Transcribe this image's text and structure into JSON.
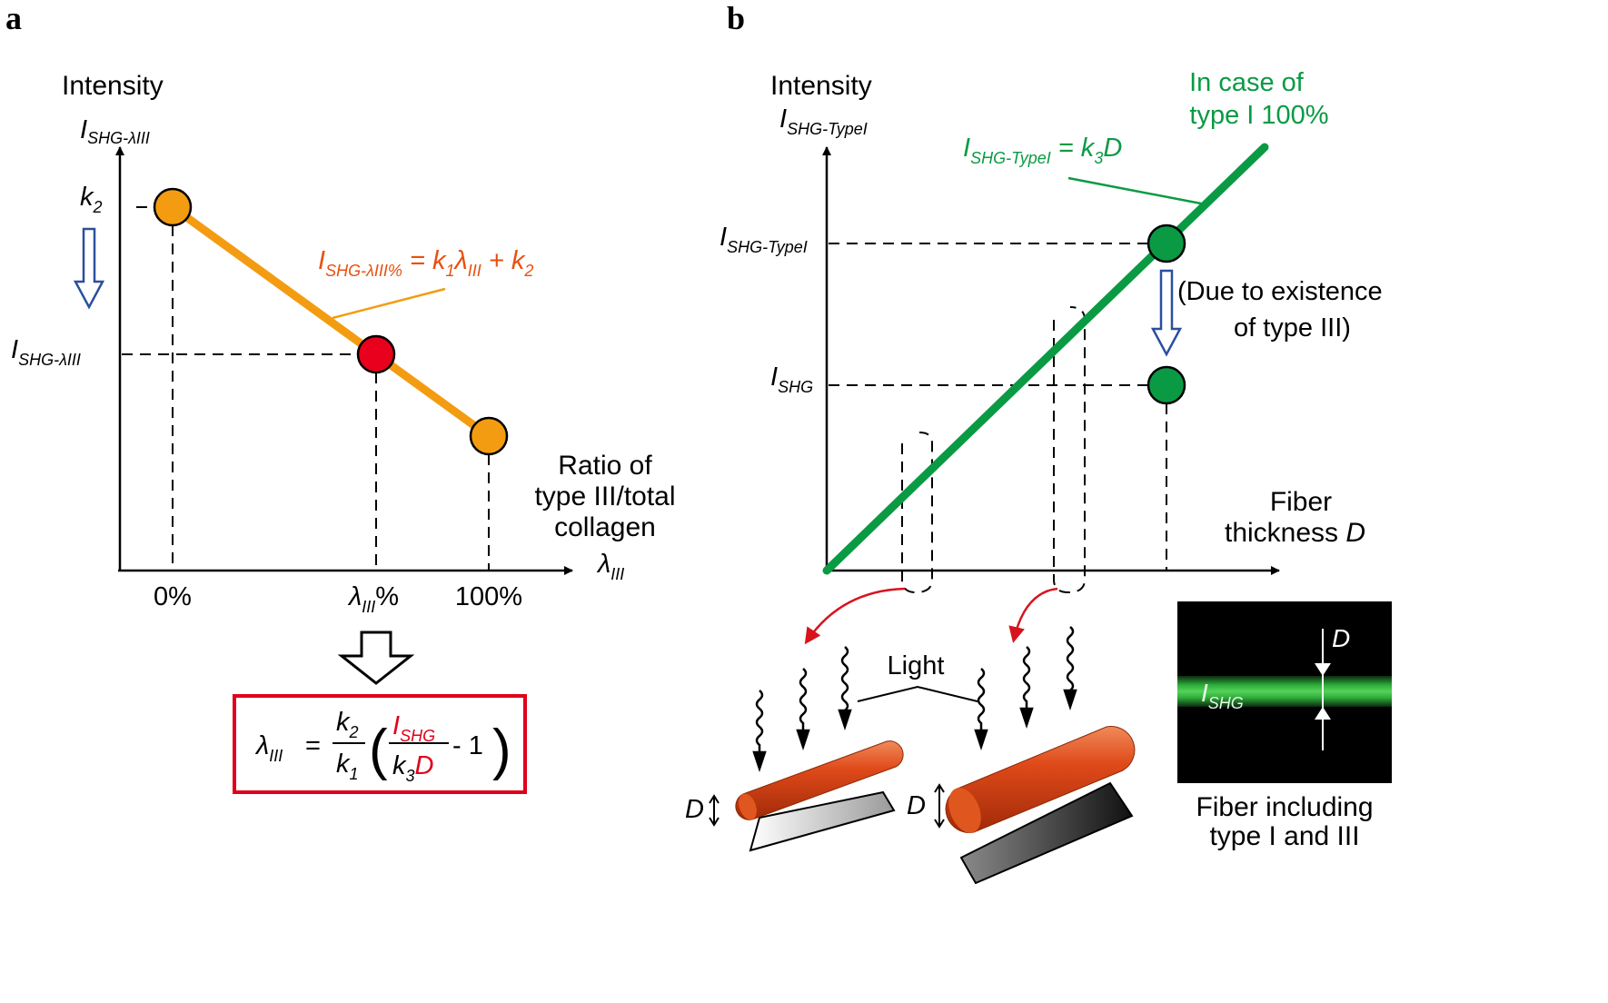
{
  "panel_a": {
    "label": "a",
    "y_title": "Intensity",
    "y_var_main": "I",
    "y_var_sub": "SHG-λIII",
    "k2_main": "k",
    "k2_sub": "2",
    "i_level_main": "I",
    "i_level_sub": "SHG-λIII",
    "x_title_1": "Ratio of",
    "x_title_2": "type III/total",
    "x_title_3": "collagen",
    "x_var_main": "λ",
    "x_var_sub": "III",
    "tick_0": "0%",
    "tick_lambda_main": "λ",
    "tick_lambda_sub": "III",
    "tick_lambda_pct": "%",
    "tick_100": "100%",
    "eq": {
      "I": "I",
      "sub1": "SHG-λIII%",
      "eqk": " = k",
      "s1": "1",
      "lam": "λ",
      "s2": "III",
      "plus": " + k",
      "s3": "2"
    },
    "formula": {
      "lhs_main": "λ",
      "lhs_sub": "III",
      "equals": "=",
      "k2": "k",
      "k2s": "2",
      "k1": "k",
      "k1s": "1",
      "ishg": "I",
      "ishg_sub": "SHG",
      "k3": "k",
      "k3s": "3",
      "D": "D",
      "minus_one": "- 1"
    },
    "colors": {
      "line": "#f39c12",
      "endpoint": "#f39c12",
      "mid_point": "#e8001c",
      "eq_text": "#e8500e",
      "blue_arrow": "#2b4fa0",
      "box": "#e0001a"
    }
  },
  "panel_b": {
    "label": "b",
    "y_title": "Intensity",
    "y_var_main": "I",
    "y_var_sub": "SHG-TypeI",
    "lvl1_main": "I",
    "lvl1_sub": "SHG-TypeI",
    "lvl2_main": "I",
    "lvl2_sub": "SHG",
    "x_title_1": "Fiber",
    "x_title_2": "thickness ",
    "x_title_var": "D",
    "case_1": "In case of",
    "case_2": "type I 100%",
    "eq": {
      "I": "I",
      "sub": "SHG-TypeI",
      "rhs": " = k",
      "s": "3",
      "D": "D"
    },
    "due_1": "(Due to existence",
    "due_2": "of type III)",
    "light": "Light",
    "D_small": "D",
    "D_large": "D",
    "inset_D": "D",
    "inset_I": "I",
    "inset_I_sub": "SHG",
    "caption_1": "Fiber including",
    "caption_2": "type I and III",
    "colors": {
      "line": "#0a9a44",
      "points": "#0a9a44",
      "text_green": "#0a9a44",
      "red_arrow": "#d7141d",
      "fiber": "#e04a1a",
      "blue_arrow": "#2b4fa0"
    }
  }
}
